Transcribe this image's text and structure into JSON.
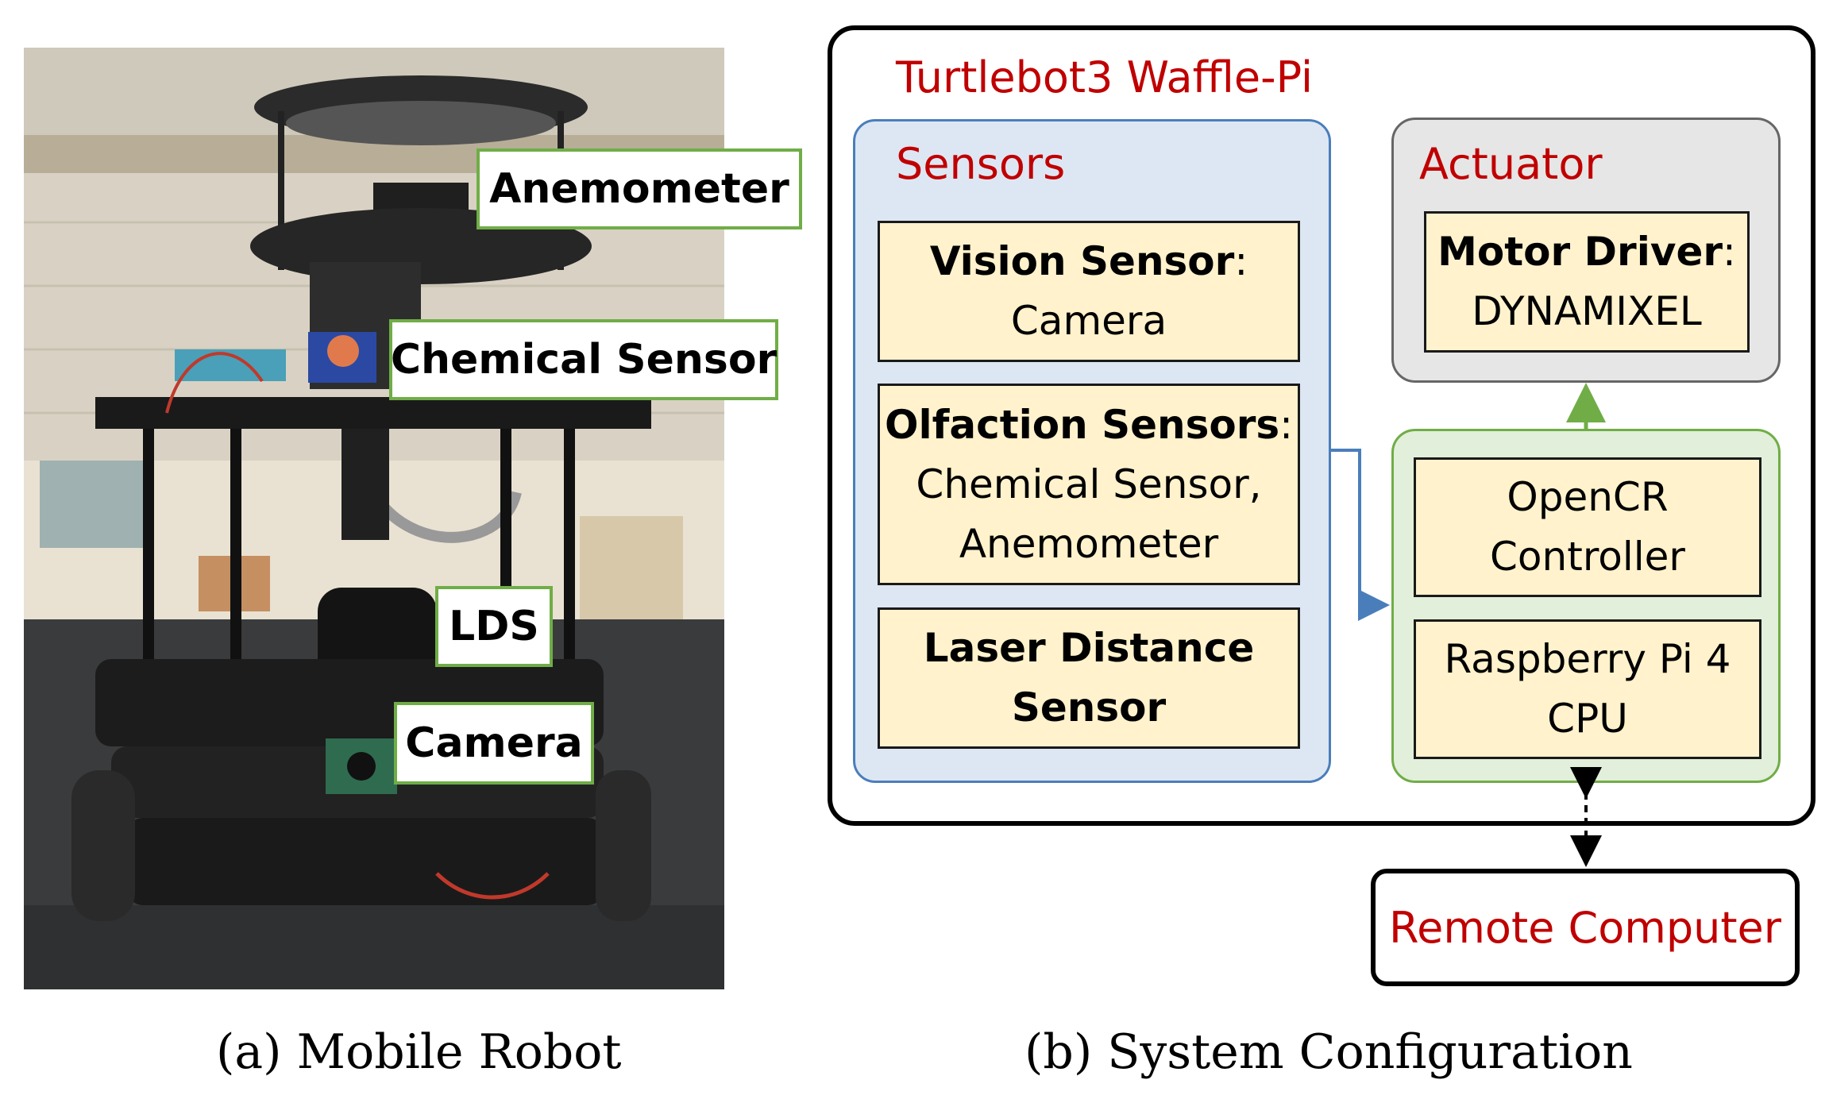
{
  "panel_a": {
    "caption": "(a)  Mobile Robot",
    "labels": {
      "anemometer": "Anemometer",
      "chemical_sensor": "Chemical Sensor",
      "lds": "LDS",
      "camera": "Camera"
    }
  },
  "panel_b": {
    "caption": "(b)  System Configuration",
    "platform_title": "Turtlebot3 Waffle-Pi",
    "sensors": {
      "title": "Sensors",
      "vision": {
        "name": "Vision Sensor",
        "colon": ":",
        "detail": "Camera"
      },
      "olfaction": {
        "name": "Olfaction Sensors",
        "colon": ":",
        "detail_1": "Chemical Sensor,",
        "detail_2": "Anemometer"
      },
      "laser": {
        "line_1": "Laser Distance",
        "line_2": "Sensor"
      }
    },
    "actuator": {
      "title": "Actuator",
      "motor": {
        "name": "Motor Driver",
        "colon": ":",
        "detail": "DYNAMIXEL"
      }
    },
    "compute": {
      "opencr": {
        "line_1": "OpenCR",
        "line_2": "Controller"
      },
      "raspberry": {
        "line_1": "Raspberry Pi 4",
        "line_2": "CPU"
      }
    },
    "remote": "Remote Computer"
  },
  "colors": {
    "title_red": "#c00000",
    "sensors_fill": "#dde7f3",
    "sensors_border": "#4a7ebb",
    "component_fill": "#fff2cc",
    "compute_fill": "#e2efda",
    "compute_border": "#70ad47",
    "actuator_fill": "#e6e6e6",
    "callout_border": "#70ad47"
  }
}
